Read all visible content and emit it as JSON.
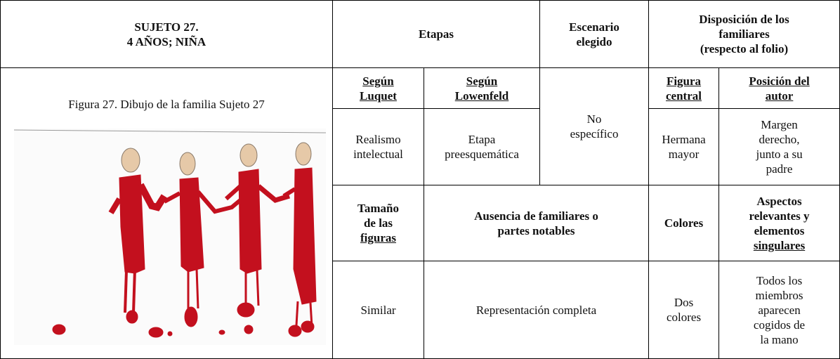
{
  "header": {
    "subject_line": "SUJETO 27.",
    "age_line": "4 AÑOS; NIÑA",
    "etapas": "Etapas",
    "escenario_line1": "Escenario",
    "escenario_line2": "elegido",
    "disposicion_line1": "Disposición de los",
    "disposicion_line2": "familiares",
    "disposicion_line3": "(respecto al folio)"
  },
  "figure": {
    "caption": "Figura 27. Dibujo de la familia Sujeto 27",
    "drawing_color": "#c3101e",
    "drawing_content": "four red stick figures holding hands"
  },
  "row1": {
    "luquet_header_1": "Según",
    "luquet_header_2": "Luquet",
    "lowenfeld_header_1": "Según",
    "lowenfeld_header_2": "Lowenfeld",
    "escenario_value_1": "No",
    "escenario_value_2": "específico",
    "figura_header_1": "Figura",
    "figura_header_2": "central",
    "posicion_header_1": "Posición del",
    "posicion_header_2": "autor",
    "luquet_value_1": "Realismo",
    "luquet_value_2": "intelectual",
    "lowenfeld_value_1": "Etapa",
    "lowenfeld_value_2": "preesquemática",
    "figura_value_1": "Hermana",
    "figura_value_2": "mayor",
    "posicion_value_1": "Margen",
    "posicion_value_2": "derecho,",
    "posicion_value_3": "junto a su",
    "posicion_value_4": "padre"
  },
  "row2": {
    "tamano_header_1": "Tamaño",
    "tamano_header_2": "de las",
    "tamano_header_3": "figuras",
    "ausencia_header_1": "Ausencia de familiares o",
    "ausencia_header_2": "partes notables",
    "colores_header": "Colores",
    "aspectos_header_1": "Aspectos",
    "aspectos_header_2": "relevantes y",
    "aspectos_header_3": "elementos",
    "aspectos_header_4": "singulares",
    "tamano_value": "Similar",
    "ausencia_value": "Representación completa",
    "colores_value_1": "Dos",
    "colores_value_2": "colores",
    "aspectos_value_1": "Todos los",
    "aspectos_value_2": "miembros",
    "aspectos_value_3": "aparecen",
    "aspectos_value_4": "cogidos de",
    "aspectos_value_5": "la mano"
  }
}
